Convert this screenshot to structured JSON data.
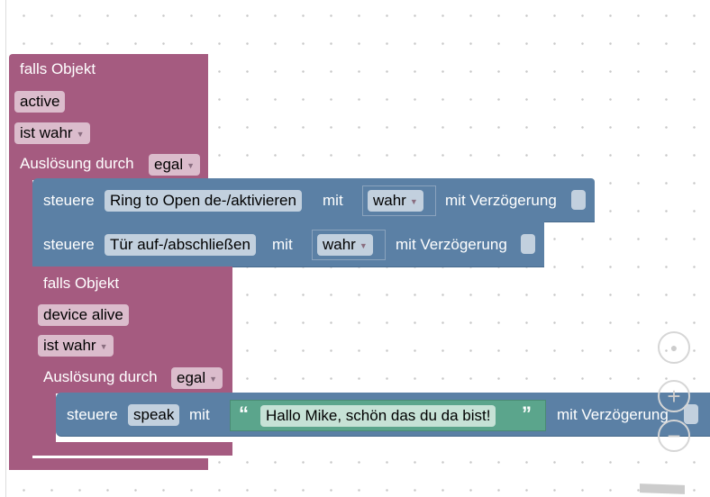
{
  "outer": {
    "header": "falls Objekt",
    "object": "active",
    "condition": "ist wahr",
    "trigger_label": "Auslösung durch",
    "trigger_value": "egal"
  },
  "control1": {
    "label": "steuere",
    "device": "Ring to Open de-/aktivieren",
    "with": "mit",
    "value": "wahr",
    "delay": "mit Verzögerung"
  },
  "control2": {
    "label": "steuere",
    "device": "Tür auf-/abschließen",
    "with": "mit",
    "value": "wahr",
    "delay": "mit Verzögerung"
  },
  "inner": {
    "header": "falls Objekt",
    "object": "device alive",
    "condition": "ist wahr",
    "trigger_label": "Auslösung durch",
    "trigger_value": "egal"
  },
  "speak": {
    "label": "steuere",
    "device": "speak",
    "with": "mit",
    "open_quote": "“",
    "text": "Hallo Mike, schön das du da bist!",
    "close_quote": "”",
    "delay": "mit Verzögerung"
  },
  "colors": {
    "event": "#a55b80",
    "control": "#5b80a5",
    "text": "#5ba58c"
  }
}
